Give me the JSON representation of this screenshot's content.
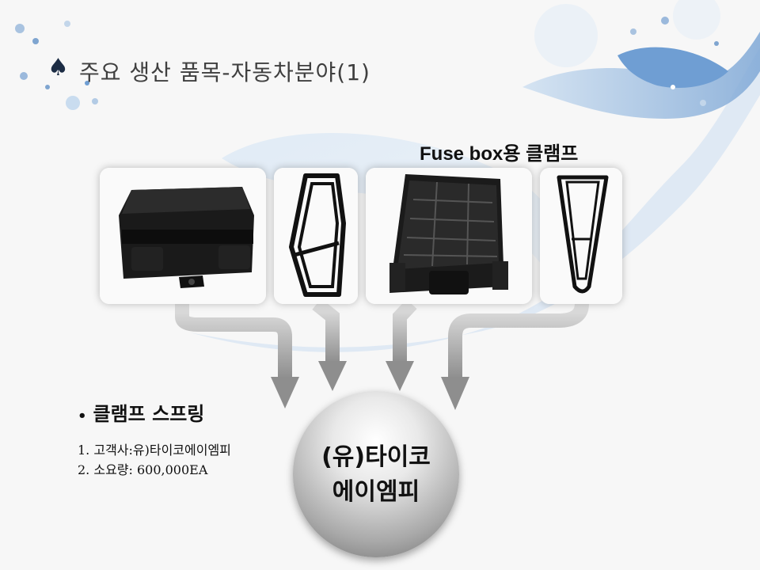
{
  "slide": {
    "title": "주요 생산 품목-자동차분야(1)",
    "title_icon": "spade-icon",
    "fuse_box_label": "Fuse box용  클램프",
    "spring": {
      "title": "클램프 스프링",
      "bullet": "•",
      "lines": [
        "1. 고객사:유)타이코에이엠피",
        "2. 소요량: 600,000EA"
      ]
    },
    "company": {
      "line1": "(유)타이코",
      "line2": "에이엠피"
    },
    "colors": {
      "accent_blue": "#8fb4dc",
      "deep_blue": "#1c2c44",
      "arrow_gray": "#9a9a9a"
    }
  }
}
